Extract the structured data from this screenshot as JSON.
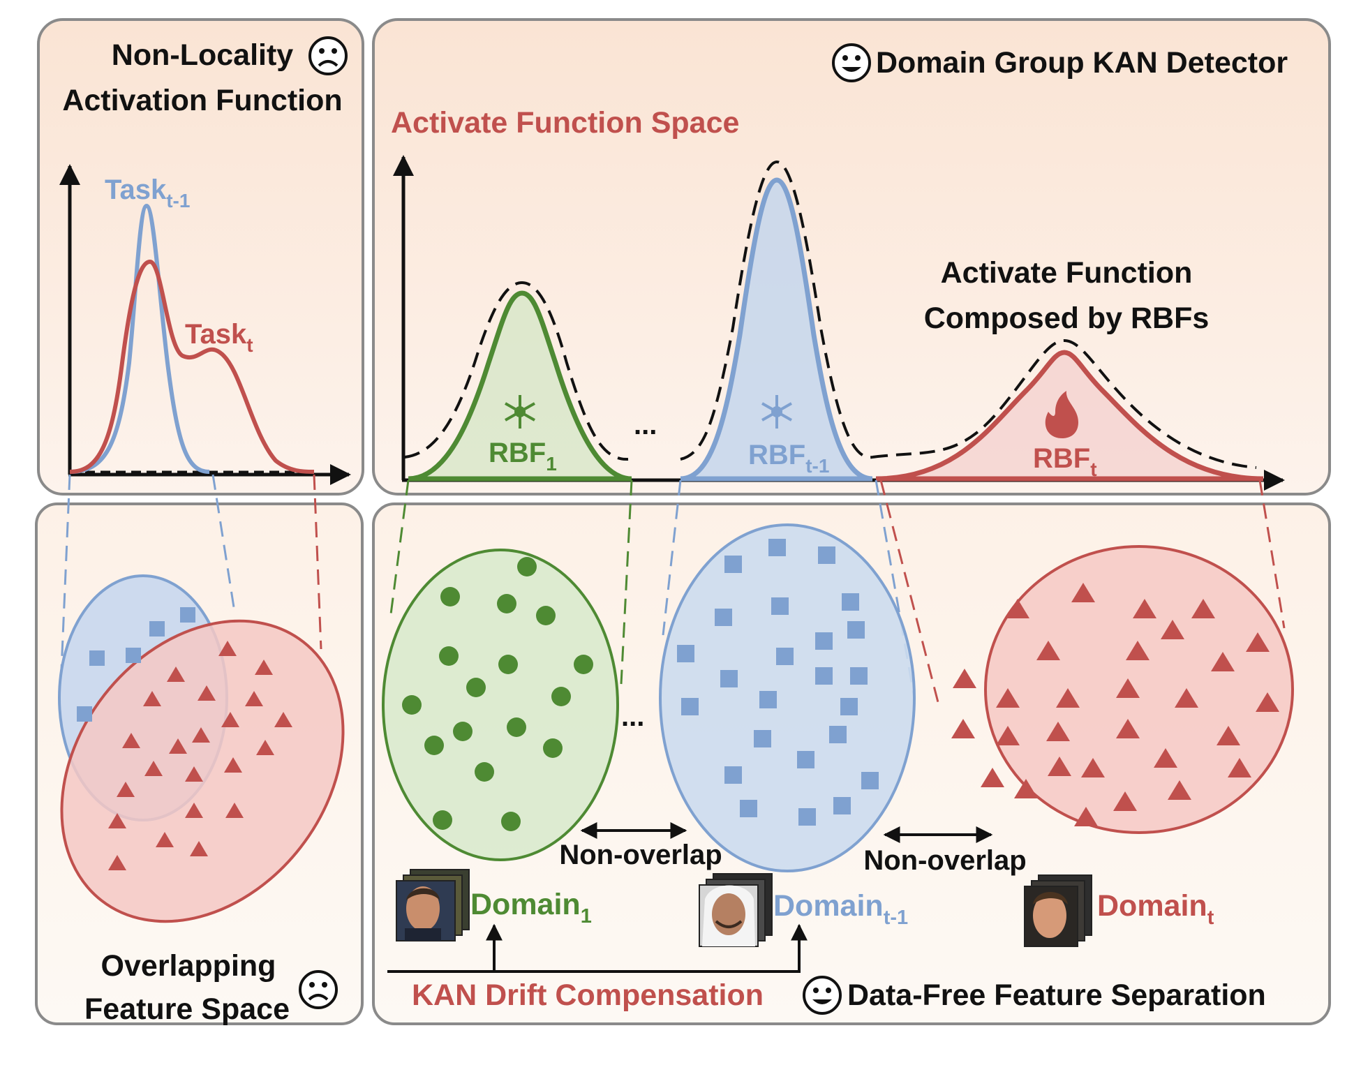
{
  "top_left": {
    "title_line1": "Non-Locality",
    "title_line2": "Activation Function",
    "curve_blue_label": "Task",
    "curve_blue_sub": "t-1",
    "curve_red_label": "Task",
    "curve_red_sub": "t"
  },
  "top_right": {
    "header": "Domain Group KAN Detector",
    "space_label": "Activate Function Space",
    "composed_line1": "Activate Function",
    "composed_line2": "Composed by RBFs",
    "rbf_label": "RBF",
    "rbf1_sub": "1",
    "rbf_mid_sub": "t-1",
    "rbf_last_sub": "t",
    "ellipsis": "..."
  },
  "bottom_left": {
    "caption_line1": "Overlapping",
    "caption_line2": "Feature Space"
  },
  "bottom_right": {
    "domain_label": "Domain",
    "domain1_sub": "1",
    "domain_mid_sub": "t-1",
    "domain_last_sub": "t",
    "non_overlap": "Non-overlap",
    "drift": "KAN Drift Compensation",
    "separation": "Data-Free Feature Separation",
    "ellipsis": "..."
  },
  "colors": {
    "green": "#4e8a33",
    "blue": "#7fa1d0",
    "red": "#c0504d",
    "panel_bg": "#fbeee3"
  }
}
